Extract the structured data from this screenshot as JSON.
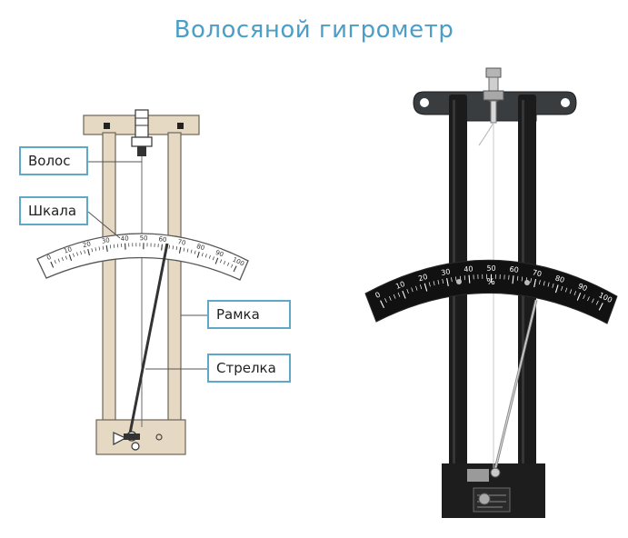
{
  "title": "Волосяной гигрометр",
  "labels": {
    "hair": "Волос",
    "scale": "Шкала",
    "frame": "Рамка",
    "pointer": "Стрелка"
  },
  "scale_ticks": [
    "0",
    "10",
    "20",
    "30",
    "40",
    "50",
    "60",
    "70",
    "80",
    "90",
    "100"
  ],
  "photo_unit": "%",
  "colors": {
    "title": "#4a9ec8",
    "callout_border": "#5fa8c8",
    "drawing_frame": "#e6d9c4",
    "photo_frame": "#1b1b1b"
  }
}
